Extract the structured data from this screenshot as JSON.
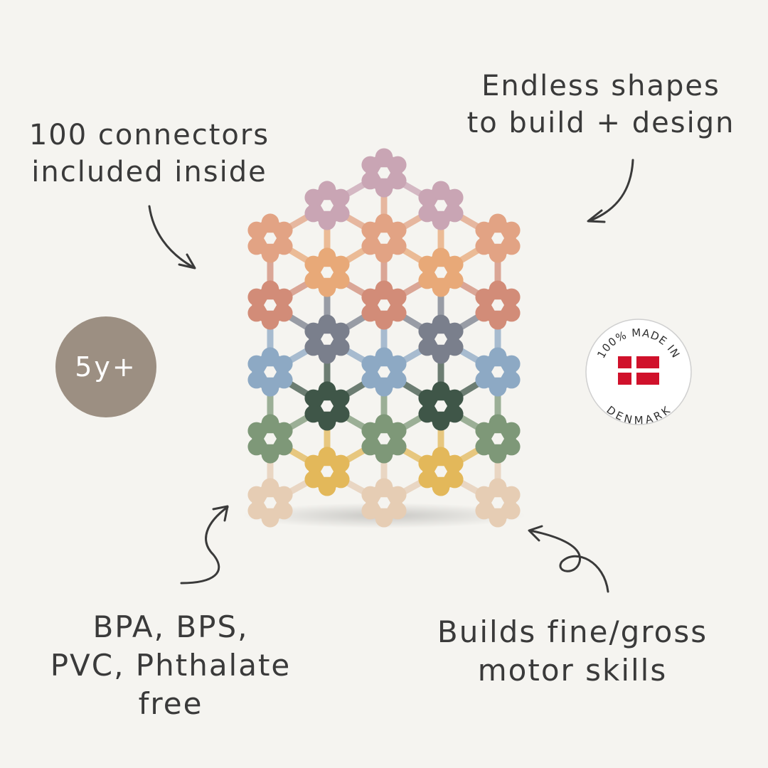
{
  "callouts": {
    "connectors": [
      "100 connectors",
      "included inside"
    ],
    "shapes": [
      "Endless shapes",
      "to build + design"
    ],
    "free": [
      "BPA, BPS,",
      "PVC, Phthalate",
      "free"
    ],
    "motor": [
      "Builds fine/gross",
      "motor skills"
    ]
  },
  "age_badge": {
    "label": "5y+",
    "color": "#9c8f82"
  },
  "seal": {
    "top_text": "100% MADE IN",
    "bottom_text": "DENMARK",
    "flag_color": "#d0112b"
  },
  "product": {
    "icon": "hexagon-flower-building-blocks",
    "row_colors": [
      "#c9a5b4",
      "#c9a5b4",
      "#e2a384",
      "#e8a978",
      "#d28c78",
      "#7a7f8c",
      "#8da9c4",
      "#3f5648",
      "#7e9878",
      "#e3b85a",
      "#e6cdb4"
    ]
  },
  "arrows": {
    "icon": "hand-drawn-arrow"
  }
}
